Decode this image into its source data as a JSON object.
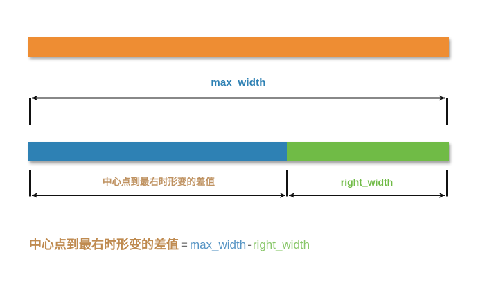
{
  "diagram": {
    "title_text": "max_width",
    "bars": {
      "top": {
        "name": "max_width_bar",
        "color": "#ee8d33"
      },
      "bottom_left": {
        "name": "difference_bar",
        "color": "#2e81b4"
      },
      "bottom_right": {
        "name": "right_width_bar",
        "color": "#70bb46"
      }
    },
    "measurements": {
      "top": {
        "label": "max_width",
        "label_color": "#2e81b4"
      },
      "bottom_left": {
        "label": "中心点到最右时形变的差值",
        "label_color": "#bf9261"
      },
      "bottom_right": {
        "label": "right_width",
        "label_color": "#70bb46"
      }
    },
    "formula": {
      "term_1": "中心点到最右时形变的差值",
      "equals": "=",
      "term_2": "max_width",
      "operator": "-",
      "term_3": "right_width",
      "term_1_color": "#bf8a4f",
      "term_2_color": "#5694c4",
      "term_3_color": "#89c76a"
    }
  }
}
